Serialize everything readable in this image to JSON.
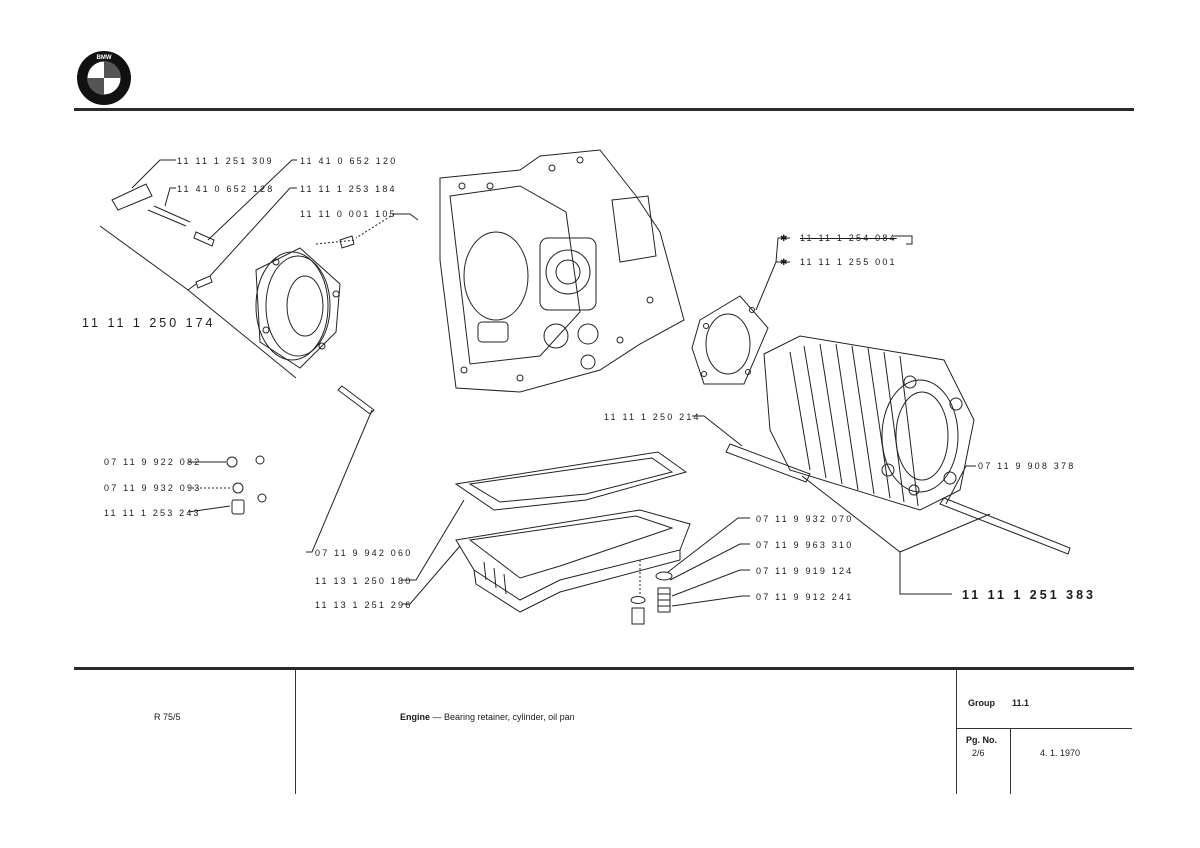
{
  "logo": {
    "text": "BMW"
  },
  "labels": {
    "l1": "11 11 1 251 309",
    "l2": "11 41 0 652 128",
    "l3": "11 41 0 652 120",
    "l4": "11 11 1 253 184",
    "l5": "11 11 0 001 105",
    "l6": "11 11 1 250 174",
    "l7": "11 11 1 254 084",
    "l8": "11 11 1 255 001",
    "l9": "11 11 1 250 214",
    "l10": "07 11 9 922 082",
    "l11": "07 11 9 932 093",
    "l12": "11 11 1 253 243",
    "l13": "07 11 9 908 378",
    "l14": "07 11 9 932 070",
    "l15": "07 11 9 963 310",
    "l16": "07 11 9 919 124",
    "l17": "07 11 9 912 241",
    "l18": "07 11 9 942 060",
    "l19": "11 13 1 250 180",
    "l20": "11 13 1 251 296",
    "l21": "11 11 1 251 383",
    "star": "✱"
  },
  "title_block": {
    "model": "R 75/5",
    "description_bold": "Engine",
    "description_rest": " — Bearing retainer, cylinder, oil pan",
    "group_label": "Group",
    "group_value": "11.1",
    "page_label": "Pg. No.",
    "page_value": "2/6",
    "date": "4. 1. 1970"
  }
}
